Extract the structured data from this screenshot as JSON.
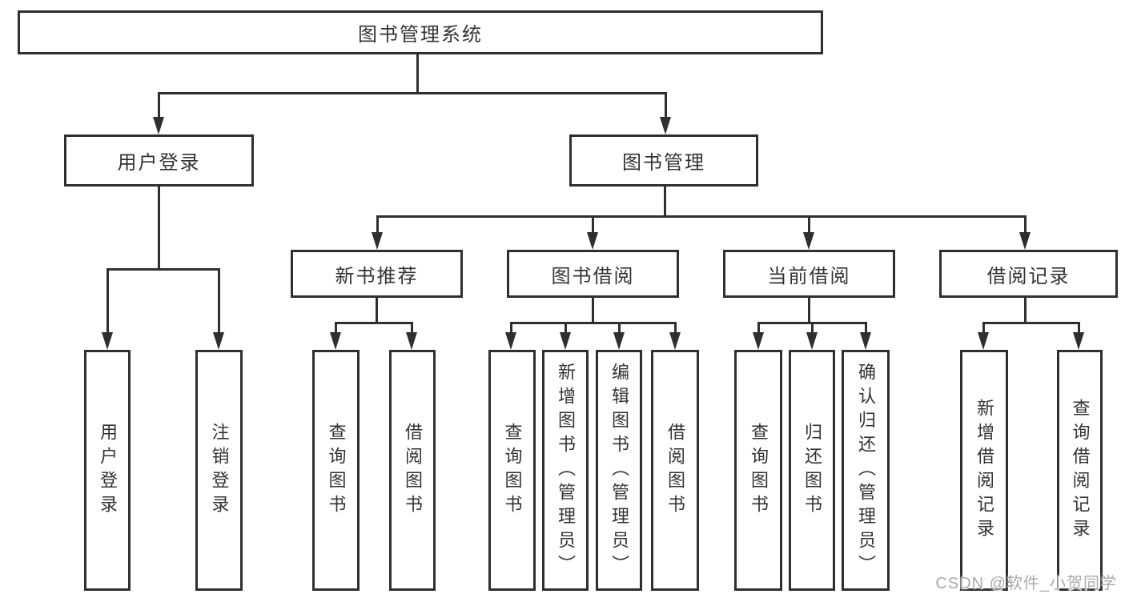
{
  "diagram": {
    "root": {
      "label": "图书管理系统"
    },
    "branches": [
      {
        "label": "用户登录",
        "children": [
          {
            "label": "用户登录"
          },
          {
            "label": "注销登录"
          }
        ]
      },
      {
        "label": "图书管理",
        "children": [
          {
            "label": "新书推荐",
            "children": [
              {
                "label": "查询图书"
              },
              {
                "label": "借阅图书"
              }
            ]
          },
          {
            "label": "图书借阅",
            "children": [
              {
                "label": "查询图书"
              },
              {
                "label": "新增图书（管理员）"
              },
              {
                "label": "编辑图书（管理员）"
              },
              {
                "label": "借阅图书"
              }
            ]
          },
          {
            "label": "当前借阅",
            "children": [
              {
                "label": "查询图书"
              },
              {
                "label": "归还图书"
              },
              {
                "label": "确认归还（管理员）"
              }
            ]
          },
          {
            "label": "借阅记录",
            "children": [
              {
                "label": "新增借阅记录"
              },
              {
                "label": "查询借阅记录"
              }
            ]
          }
        ]
      }
    ]
  },
  "watermark": {
    "text": "CSDN @软件_小贺同学"
  },
  "colors": {
    "line": "#2f2f2f",
    "text": "#333333",
    "canvas_background": "#ffffff",
    "watermark_text": "#a9a9a9"
  }
}
